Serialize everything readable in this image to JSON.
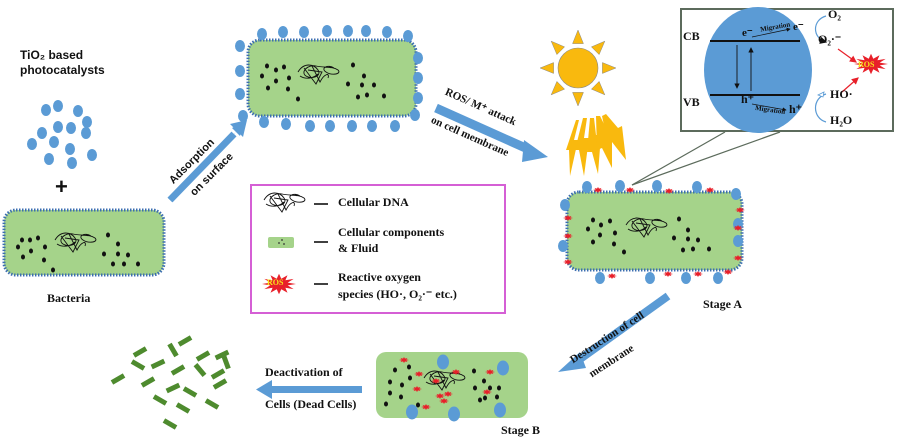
{
  "colors": {
    "cell_fill": "#a5d38a",
    "cell_border": "#3b6eb0",
    "particle": "#5b9bd5",
    "arrow": "#5b9bd5",
    "sun": "#f9b90e",
    "ros_star": "#e8202a",
    "ros_text": "#f5e61a",
    "legend_border": "#d55fd5",
    "dead_cell": "#4e8b2e"
  },
  "labels": {
    "photocatalysts_line1": "TiO₂ based",
    "photocatalysts_line2": "photocatalysts",
    "plus": "+",
    "bacteria": "Bacteria",
    "adsorption_line1": "Adsorption",
    "adsorption_line2": "on surface",
    "ros_attack_line1": "ROS/ M⁺ attack",
    "ros_attack_line2": "on cell membrane",
    "stage_a": "Stage A",
    "destruction_line1": "Destruction of cell",
    "destruction_line2": "membrane",
    "stage_b": "Stage B",
    "deactivation_line1": "Deactivation  of",
    "deactivation_line2": "Cells (Dead Cells)"
  },
  "legend": {
    "items": [
      {
        "icon": "dna-icon",
        "text_line1": "Cellular DNA",
        "text_line2": ""
      },
      {
        "icon": "cell-fluid-icon",
        "text_line1": "Cellular components",
        "text_line2": "& Fluid"
      },
      {
        "icon": "ros-icon",
        "text_line1": "Reactive oxygen",
        "text_line2": "species (HO·, O₂·⁻ etc.)"
      }
    ],
    "dash": "—",
    "ros_badge": "ROS"
  },
  "inset": {
    "cb": "CB",
    "vb": "VB",
    "electron": "e⁻",
    "hole": "h⁺",
    "migration": "Migration",
    "o2": "O₂",
    "superoxide": "O₂·⁻",
    "hydroxyl": "HO·",
    "water": "H₂O",
    "ros_badge": "ROS"
  }
}
